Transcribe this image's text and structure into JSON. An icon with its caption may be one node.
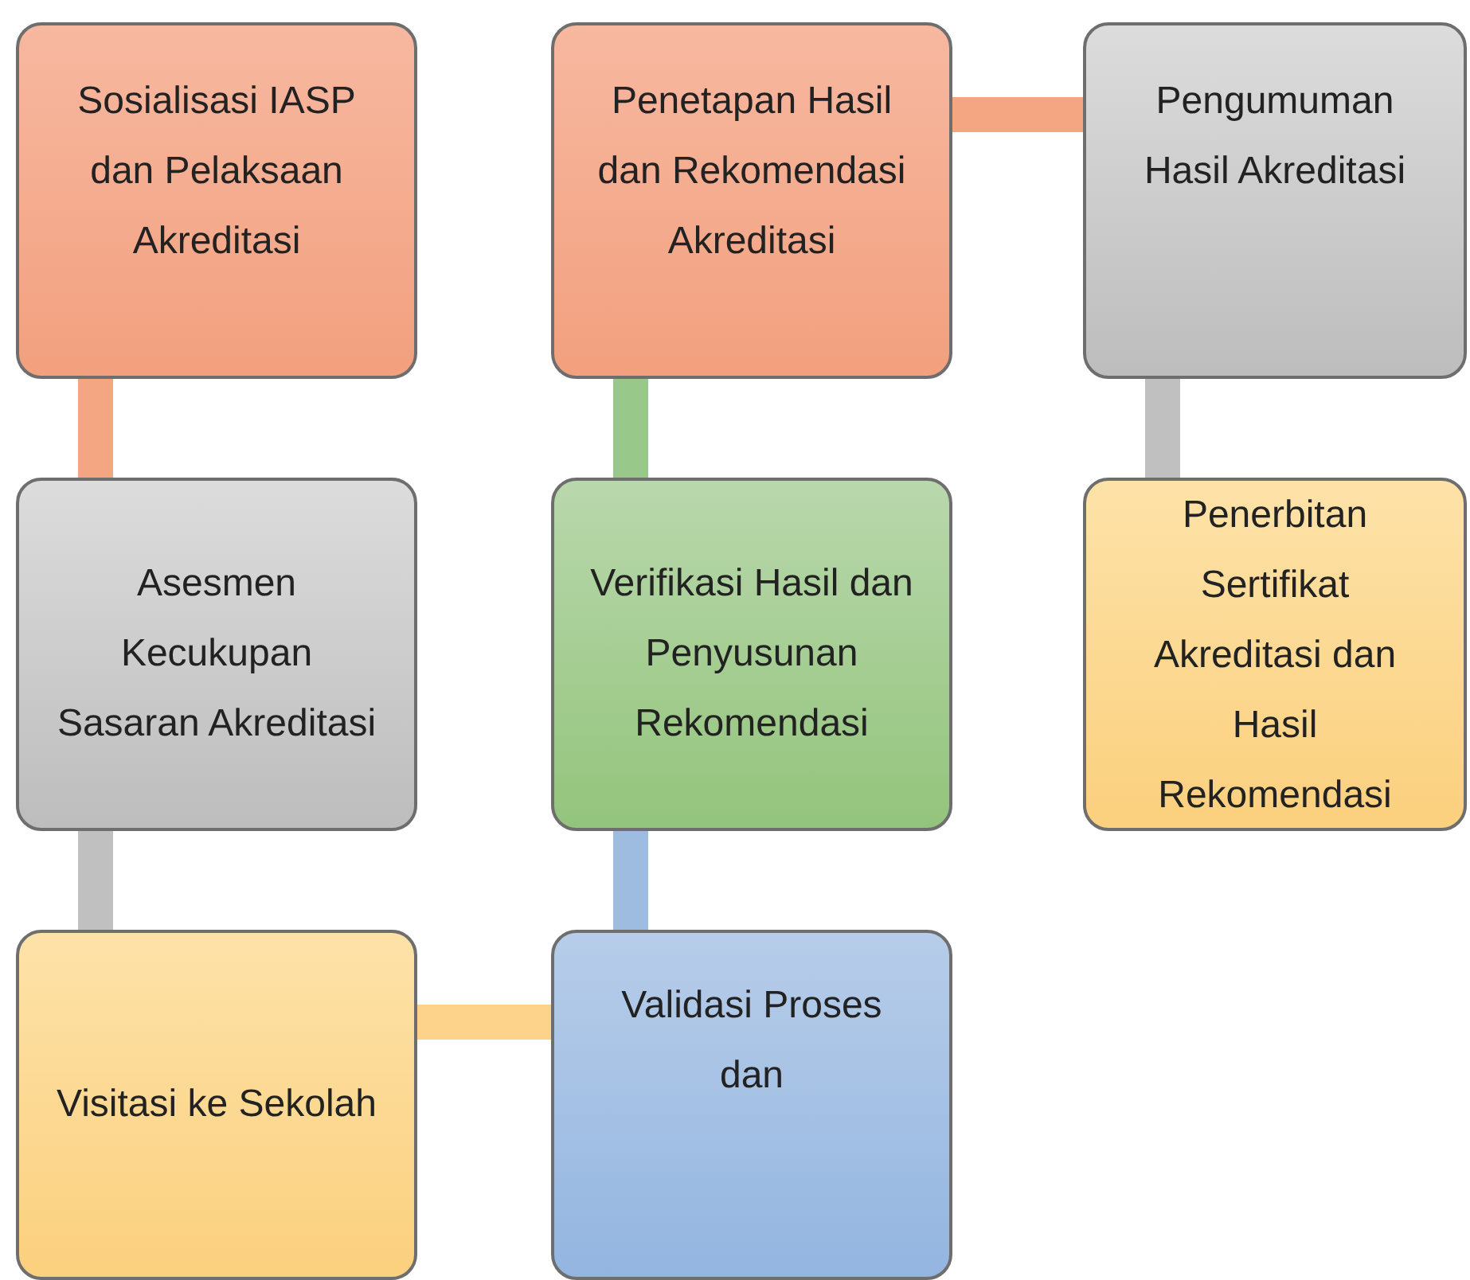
{
  "diagram": {
    "nodes": [
      {
        "text": [
          "Sosialisasi IASP dan Pelaksaan Akreditasi"
        ]
      },
      {
        "text": [
          "Penetapan Hasil dan Rekomendasi Akreditasi"
        ]
      },
      {
        "text": [
          "Pengumuman Hasil Akreditasi"
        ]
      },
      {
        "text": [
          "Asesmen Kecukupan Sasaran Akreditasi"
        ]
      },
      {
        "text": [
          "Verifikasi Hasil dan Penyusunan Rekomendasi"
        ]
      },
      {
        "text": [
          "Penerbitan Sertifikat Akreditasi dan Hasil Rekomendasi"
        ]
      },
      {
        "text": [
          "Visitasi ke Sekolah"
        ]
      },
      {
        "text": [
          "Validasi Proses dan"
        ]
      }
    ],
    "edges": [
      {
        "from": 0,
        "to": 3,
        "arrow": "none",
        "color": "#f4a582"
      },
      {
        "from": 3,
        "to": 6,
        "arrow": "none",
        "color": "#c0c0c0"
      },
      {
        "from": 6,
        "to": 7,
        "arrow": "none",
        "color": "#fdd28a"
      },
      {
        "from": 7,
        "to": 4,
        "arrow": "none",
        "color": "#9ebbe0"
      },
      {
        "from": 4,
        "to": 1,
        "arrow": "none",
        "color": "#98c88a"
      },
      {
        "from": 1,
        "to": 2,
        "arrow": "none",
        "color": "#f4a582"
      },
      {
        "from": 2,
        "to": 5,
        "arrow": "none",
        "color": "#c0c0c0"
      }
    ]
  }
}
